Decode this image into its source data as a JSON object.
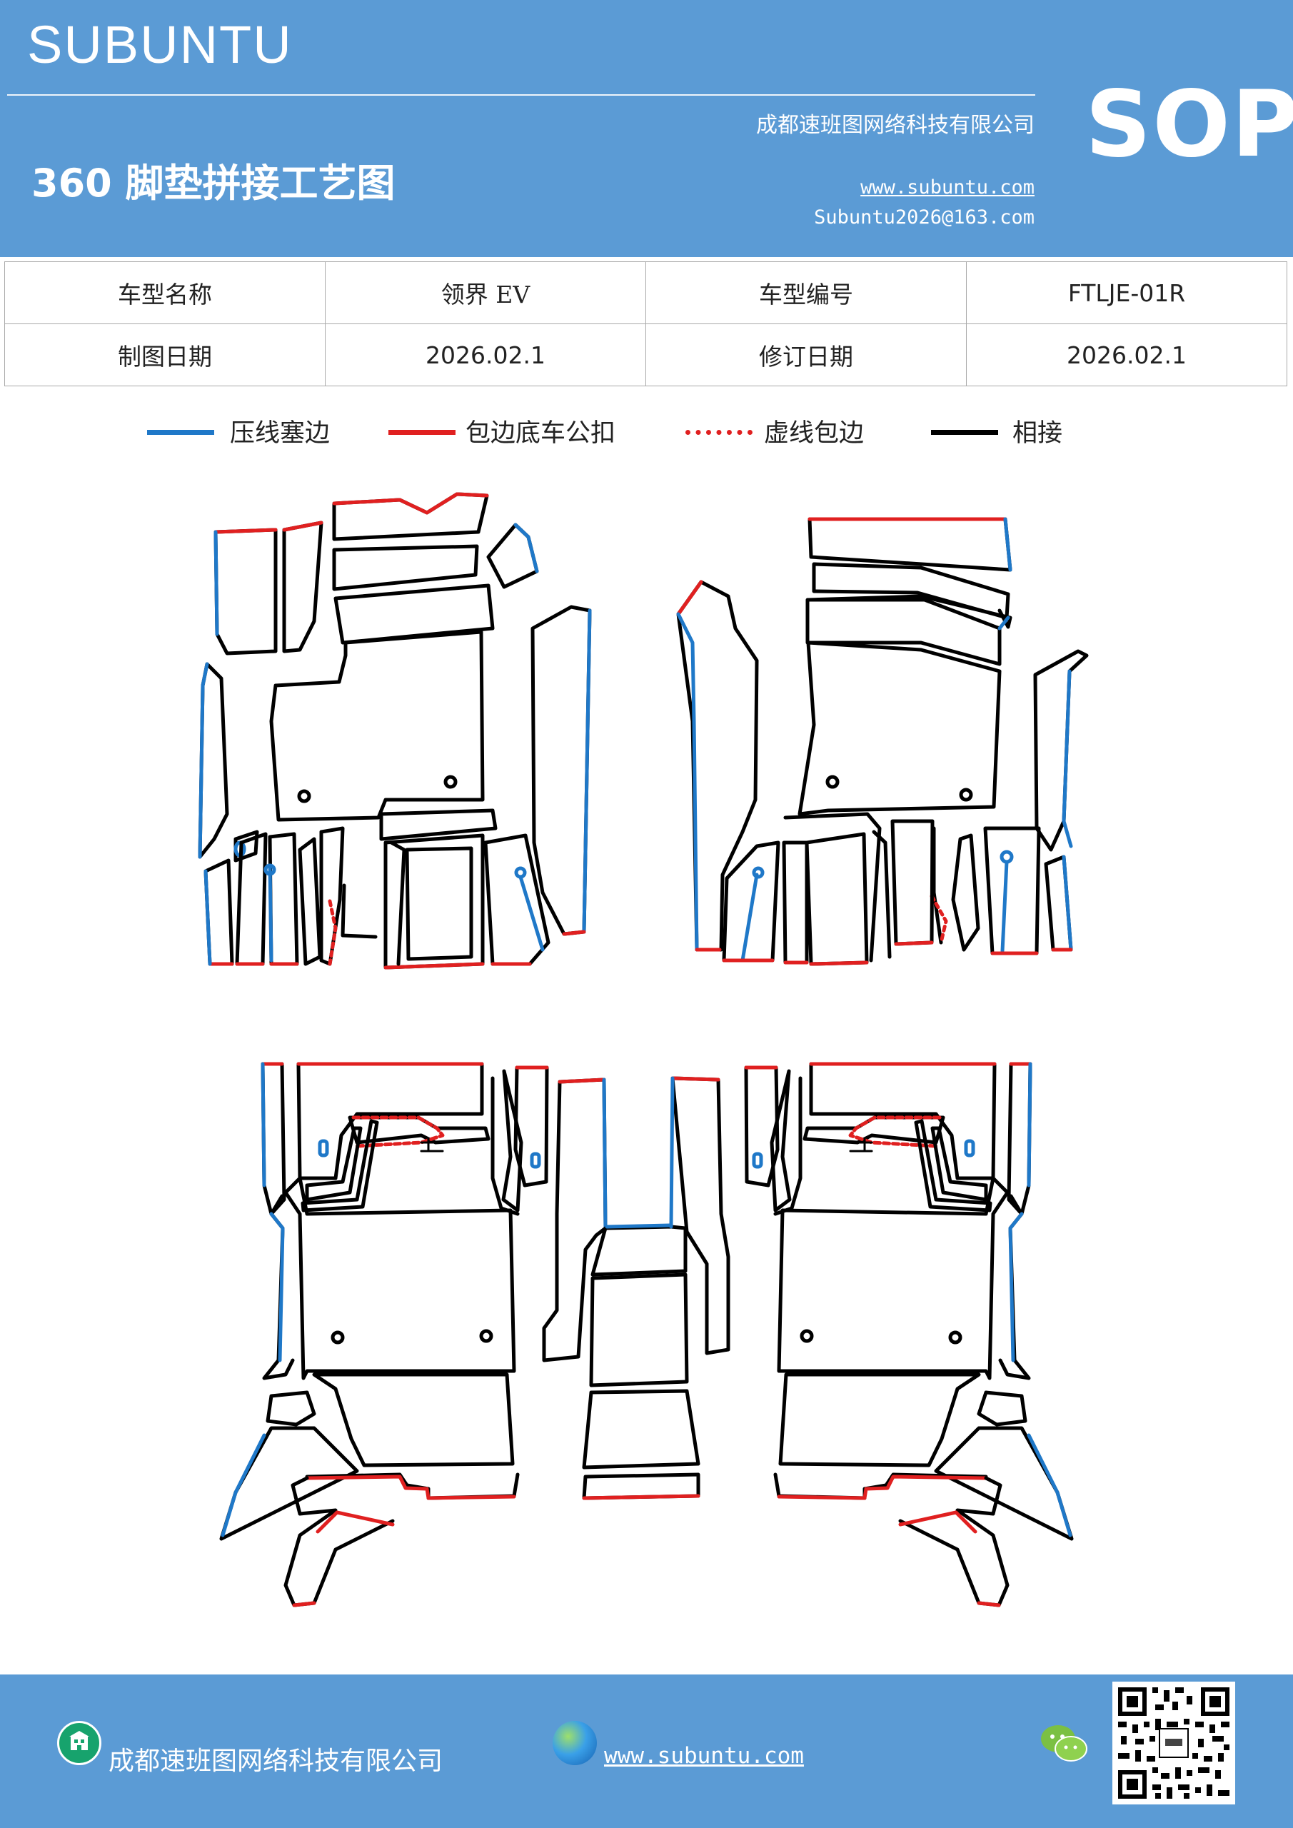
{
  "header": {
    "brand": "SUBUNTU",
    "title": "360 脚垫拼接工艺图",
    "company": "成都速班图网络科技有限公司",
    "website": "www.subuntu.com",
    "email": "Subuntu2026@163.com",
    "badge": "SOP"
  },
  "info": {
    "model_name_label": "车型名称",
    "model_name": "领界 EV",
    "model_code_label": "车型编号",
    "model_code": "FTLJE-01R",
    "draw_date_label": "制图日期",
    "draw_date": "2026.02.1",
    "revise_date_label": "修订日期",
    "revise_date": "2026.02.1"
  },
  "legend": [
    {
      "label": "压线塞边",
      "color": "#1f78c8",
      "style": "solid"
    },
    {
      "label": "包边底车公扣",
      "color": "#e02020",
      "style": "solid"
    },
    {
      "label": "虚线包边",
      "color": "#e02020",
      "style": "dotted"
    },
    {
      "label": "相接",
      "color": "#000000",
      "style": "solid"
    }
  ],
  "footer": {
    "company": "成都速班图网络科技有限公司",
    "website": "www.subuntu.com",
    "company_icon": "building-icon",
    "web_icon": "globe-icon",
    "wechat_icon": "wechat-icon"
  },
  "colors": {
    "header_bg": "#5b9bd5",
    "blue_line": "#1f78c8",
    "red_line": "#e02020",
    "black_line": "#000000"
  }
}
